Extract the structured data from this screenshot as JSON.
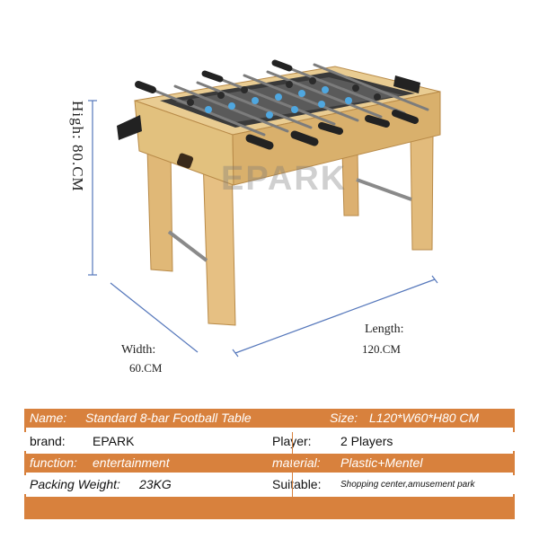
{
  "product_image": {
    "watermark": "EPARK",
    "dimensions": {
      "height_label": "High: 80.CM",
      "width_label": "Width:",
      "width_value": "60.CM",
      "length_label": "Length:",
      "length_value": "120.CM"
    }
  },
  "spec_table": {
    "name_label": "Name:",
    "name_value": "Standard 8-bar Football Table",
    "size_label": "Size:",
    "size_value": "L120*W60*H80 CM",
    "brand_label": "brand:",
    "brand_value": "EPARK",
    "player_label": "Player:",
    "player_value": "2 Players",
    "function_label": "function:",
    "function_value": "entertainment",
    "material_label": "material:",
    "material_value": "Plastic+Mentel",
    "packing_label": "Packing Weight:",
    "packing_value": "23KG",
    "suitable_label": "Suitable:",
    "suitable_value": "Shopping center,amusement park"
  },
  "colors": {
    "accent": "#d8813d",
    "wood": "#e2c17e",
    "wood_dark": "#c99a55",
    "blue_players": "#4fa7e0",
    "black_players": "#2b2b2b",
    "dimension_line": "#5577bb"
  }
}
